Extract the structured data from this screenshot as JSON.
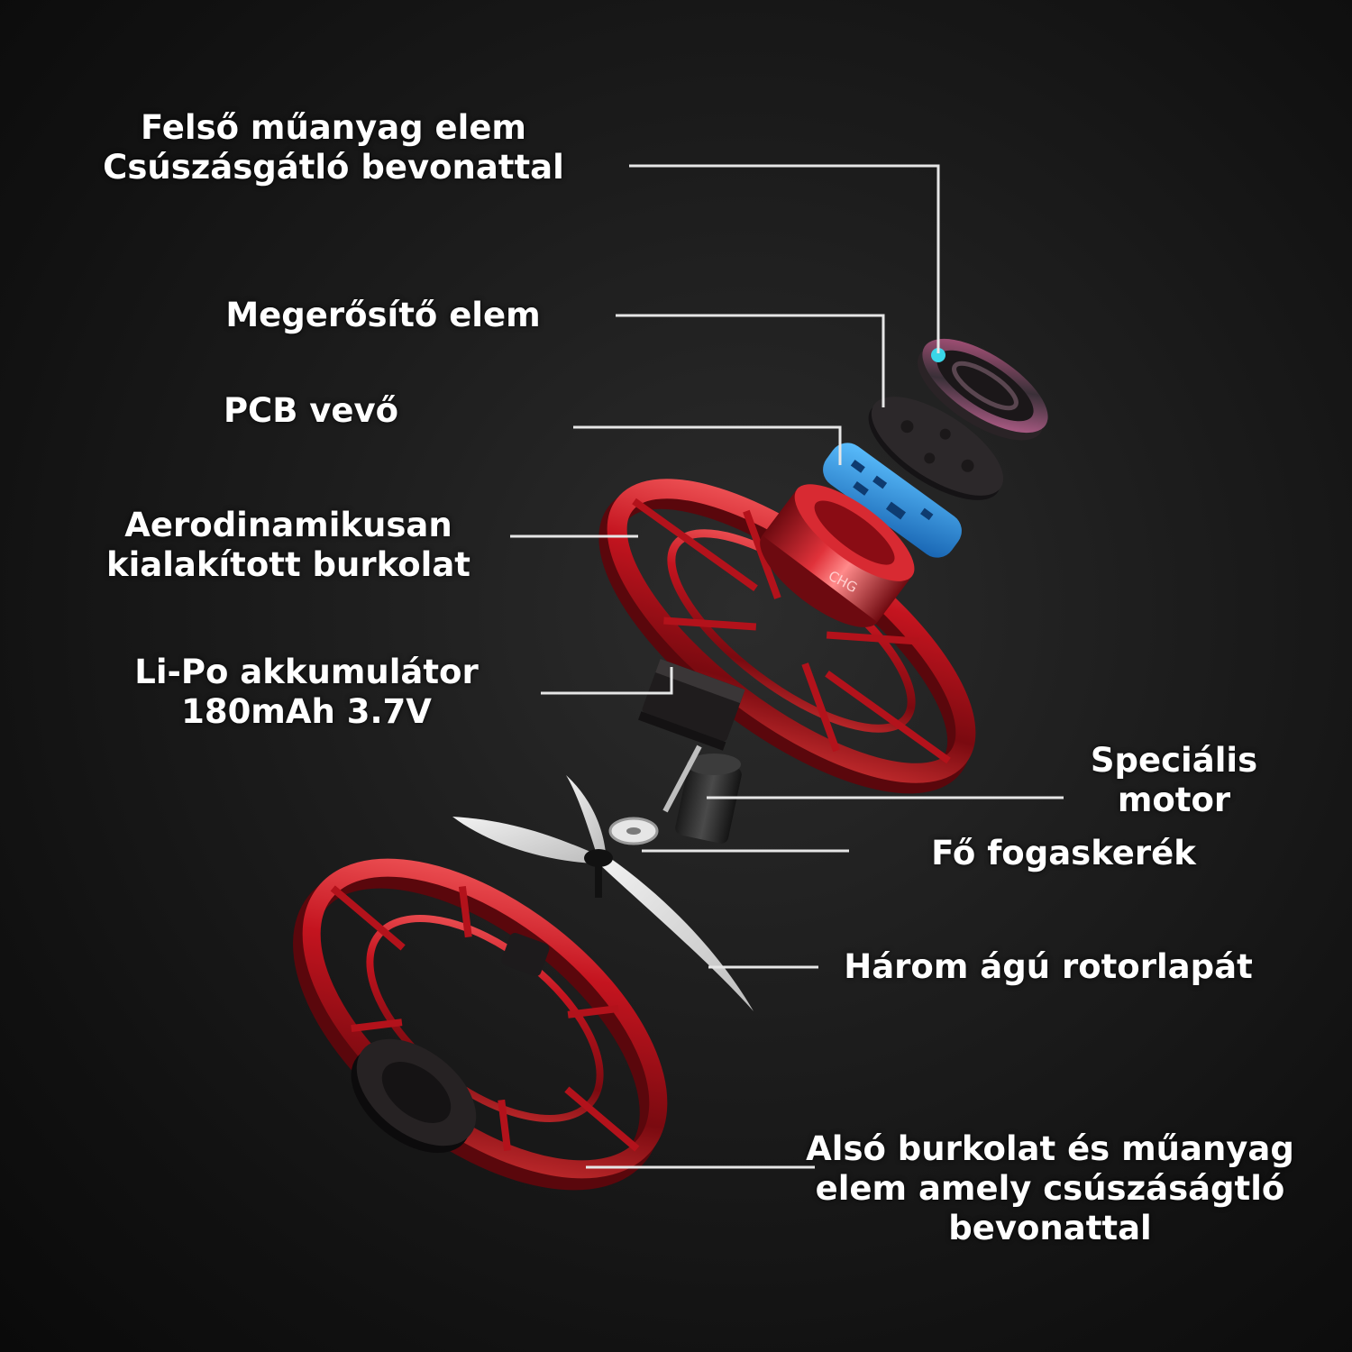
{
  "labels": {
    "top_plastic": [
      "Felső műanyag elem",
      "Csúszásgátló bevonattal"
    ],
    "reinforcement": [
      "Megerősítő elem"
    ],
    "pcb": [
      "PCB vevő"
    ],
    "shell": [
      "Aerodinamikusan",
      "kialakított burkolat"
    ],
    "battery": [
      "Li-Po akkumulátor",
      "180mAh 3.7V"
    ],
    "motor": [
      "Speciális",
      "motor"
    ],
    "gear": [
      "Fő fogaskerék"
    ],
    "rotor": [
      "Három ágú rotorlapát"
    ],
    "bottom": [
      "Alsó burkolat és műanyag",
      "elem amely csúszáságtló",
      "bevonattal"
    ]
  },
  "product_marking": "CHG",
  "colors": {
    "background": "#1a1a1a",
    "label_text": "#ffffff",
    "leader_line": "#e6e6e6",
    "shell_red": "#b3121b",
    "pcb_blue": "#2a8fd8",
    "indicator_cyan": "#3ad6e8"
  }
}
